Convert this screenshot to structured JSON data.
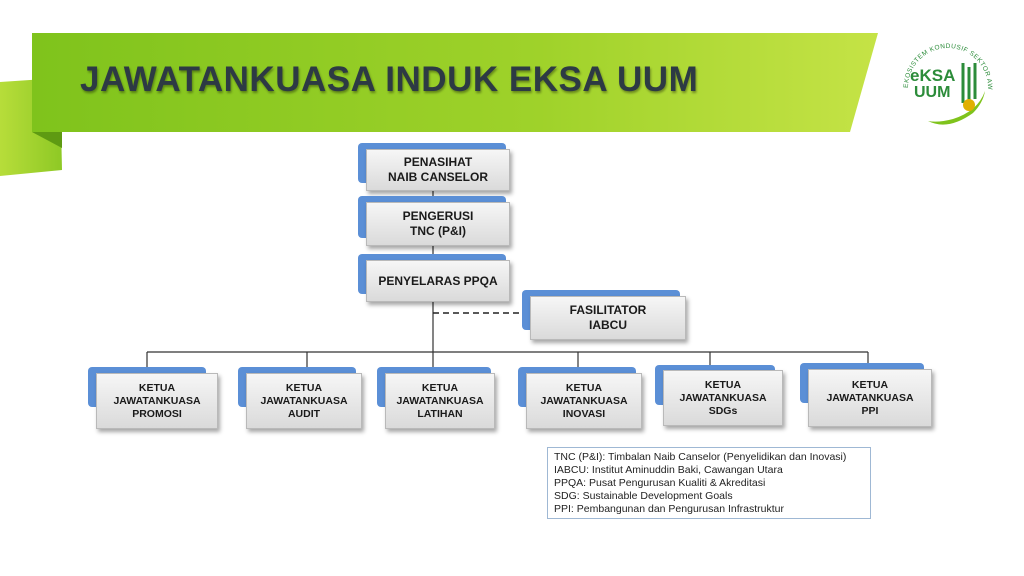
{
  "title": "JAWATANKUASA INDUK EKSA UUM",
  "logo": {
    "ring_text": "EKOSISTEM KONDUSIF SEKTOR AWAM",
    "brand_line1": "eKSA",
    "brand_line2": "UUM"
  },
  "colors": {
    "banner_green_dark": "#7fc31c",
    "banner_green_light": "#b7dd3a",
    "title_text": "#2d3a44",
    "node_tab_blue": "#5b8fd6",
    "logo_green": "#2c8c3a"
  },
  "org_chart": {
    "penasihat": {
      "line1": "PENASIHAT",
      "line2": "NAIB CANSELOR"
    },
    "pengerusi": {
      "line1": "PENGERUSI",
      "line2": "TNC (P&I)"
    },
    "penyelaras": {
      "line1": "PENYELARAS PPQA"
    },
    "fasilitator": {
      "line1": "FASILITATOR",
      "line2": "IABCU"
    },
    "committees": [
      {
        "line1": "KETUA",
        "line2": "JAWATANKUASA",
        "line3": "PROMOSI"
      },
      {
        "line1": "KETUA",
        "line2": "JAWATANKUASA",
        "line3": "AUDIT"
      },
      {
        "line1": "KETUA",
        "line2": "JAWATANKUASA",
        "line3": "LATIHAN"
      },
      {
        "line1": "KETUA",
        "line2": "JAWATANKUASA",
        "line3": "INOVASI"
      },
      {
        "line1": "KETUA",
        "line2": "JAWATANKUASA",
        "line3": "SDGs"
      },
      {
        "line1": "KETUA",
        "line2": "JAWATANKUASA",
        "line3": "PPI"
      }
    ]
  },
  "legend": [
    "TNC (P&I): Timbalan Naib Canselor (Penyelidikan dan Inovasi)",
    "IABCU: Institut Aminuddin Baki, Cawangan Utara",
    "PPQA: Pusat Pengurusan Kualiti & Akreditasi",
    "SDG: Sustainable Development Goals",
    "PPI:  Pembangunan dan Pengurusan Infrastruktur"
  ]
}
